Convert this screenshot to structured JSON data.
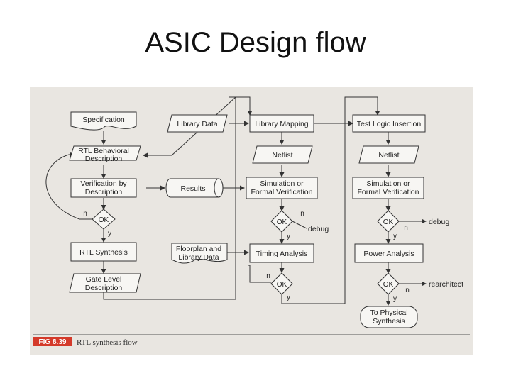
{
  "slide": {
    "title": "ASIC Design flow"
  },
  "figure": {
    "badge": "FIG 8.39",
    "caption": "RTL synthesis flow"
  },
  "nodes": {
    "specification": [
      "Specification"
    ],
    "rtl_behavioral": [
      "RTL Behavioral",
      "Description"
    ],
    "verification": [
      "Verification by",
      "Description"
    ],
    "rtl_synthesis": [
      "RTL Synthesis"
    ],
    "gate_level": [
      "Gate Level",
      "Description"
    ],
    "library_data": [
      "Library Data"
    ],
    "results": [
      "Results"
    ],
    "floorplan": [
      "Floorplan and",
      "Library Data"
    ],
    "library_mapping": [
      "Library Mapping"
    ],
    "netlist_1": [
      "Netlist"
    ],
    "sim_formal_1": [
      "Simulation or",
      "Formal Verification"
    ],
    "timing_analysis": [
      "Timing Analysis"
    ],
    "test_logic": [
      "Test Logic Insertion"
    ],
    "netlist_2": [
      "Netlist"
    ],
    "sim_formal_2": [
      "Simulation or",
      "Formal Verification"
    ],
    "power_analysis": [
      "Power Analysis"
    ],
    "to_physical": [
      "To Physical",
      "Synthesis"
    ]
  },
  "decisions": {
    "ok_label": "OK",
    "yes": "y",
    "no": "n"
  },
  "outcomes": {
    "debug_1": "debug",
    "debug_2": "debug",
    "rearchitect": "rearchitect"
  }
}
